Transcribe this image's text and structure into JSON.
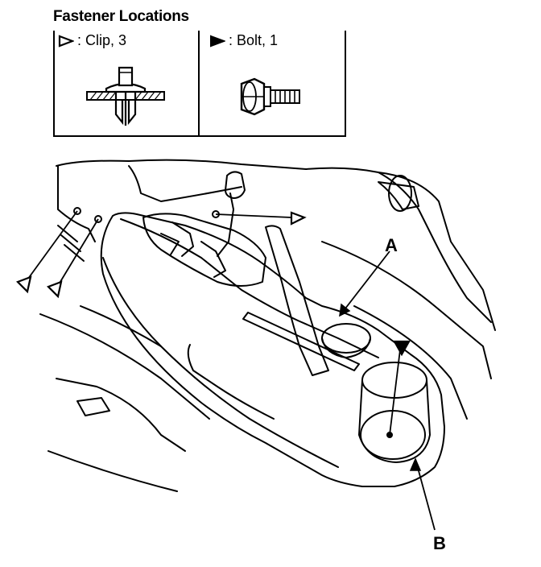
{
  "title": "Fastener Locations",
  "legend": {
    "clip": {
      "symbol": "hollow-triangle-icon",
      "text": ": Clip, 3"
    },
    "bolt": {
      "symbol": "solid-triangle-icon",
      "text": ": Bolt, 1"
    }
  },
  "callouts": {
    "a": "A",
    "b": "B"
  },
  "colors": {
    "line": "#000000",
    "background": "#ffffff"
  }
}
